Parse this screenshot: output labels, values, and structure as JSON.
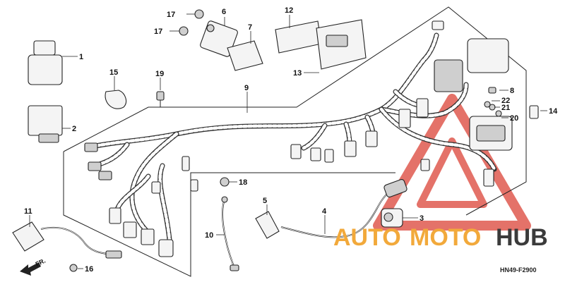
{
  "diagram": {
    "callouts": [
      "1",
      "2",
      "3",
      "4",
      "5",
      "6",
      "7",
      "8",
      "9",
      "10",
      "11",
      "12",
      "13",
      "14",
      "15",
      "16",
      "17",
      "17",
      "18",
      "19",
      "20",
      "21",
      "22"
    ],
    "code": "HN49-F2900",
    "direction": "FR.",
    "watermark": {
      "part1": "AUTO",
      "part2": "MOTO",
      "part3": "HUB",
      "color_orange": "#f2a93b",
      "color_red": "#e05a4f",
      "color_dark": "#3b3b3b"
    }
  }
}
